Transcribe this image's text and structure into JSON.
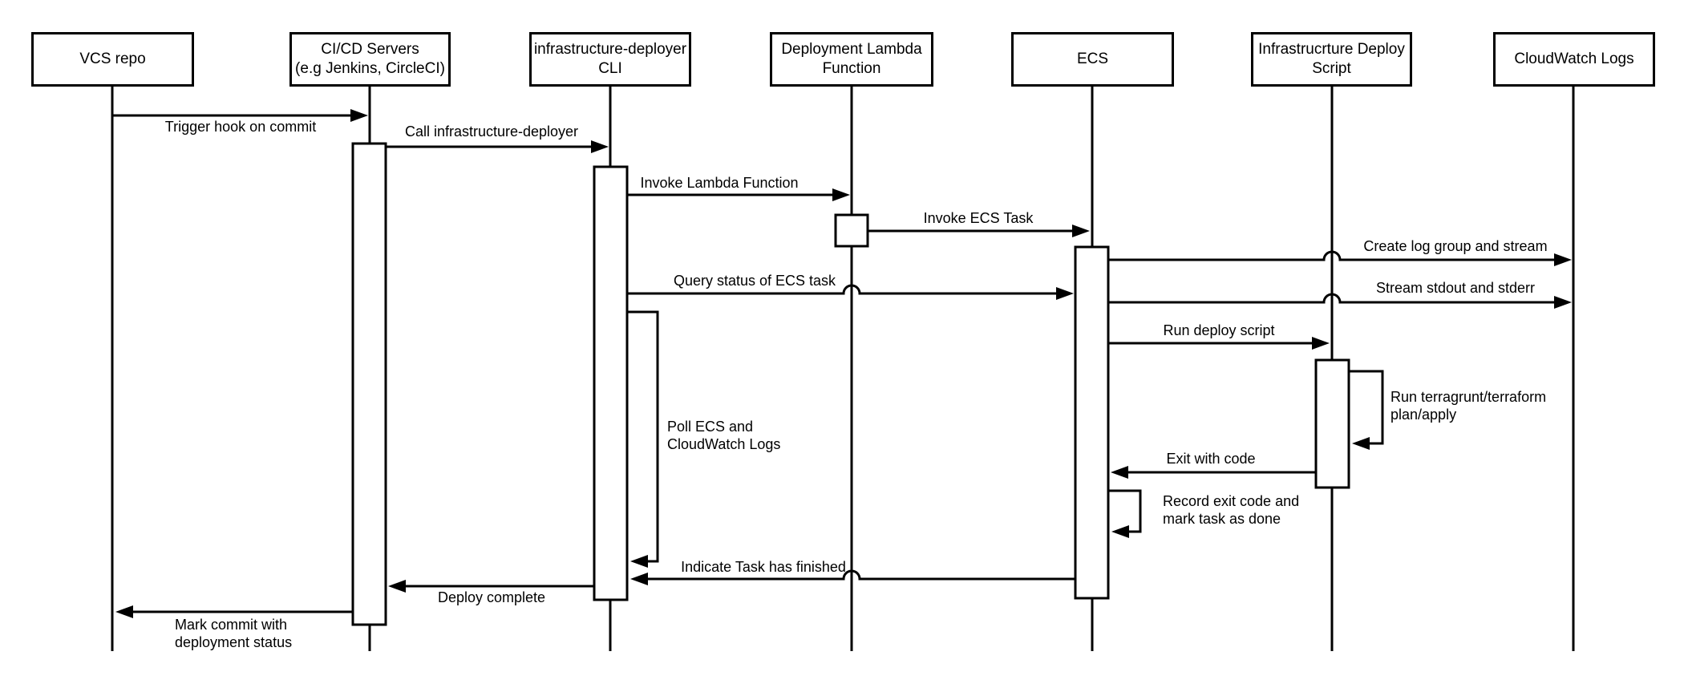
{
  "diagram": {
    "type": "sequence-diagram",
    "actors": [
      {
        "id": "vcs-repo",
        "lines": [
          "VCS repo"
        ]
      },
      {
        "id": "cicd-servers",
        "lines": [
          "CI/CD Servers",
          "(e.g Jenkins, CircleCI)"
        ]
      },
      {
        "id": "infrastructure-deployer-cli",
        "lines": [
          "infrastructure-deployer",
          "CLI"
        ]
      },
      {
        "id": "deployment-lambda-function",
        "lines": [
          "Deployment Lambda",
          "Function"
        ]
      },
      {
        "id": "ecs",
        "lines": [
          "ECS"
        ]
      },
      {
        "id": "infrastructure-deploy-script",
        "lines": [
          "Infrastrucrture Deploy",
          "Script"
        ]
      },
      {
        "id": "cloudwatch-logs",
        "lines": [
          "CloudWatch Logs"
        ]
      }
    ],
    "messages": [
      {
        "label": "Trigger hook on commit",
        "from": "VCS repo",
        "to": "CI/CD Servers"
      },
      {
        "label": "Call infrastructure-deployer",
        "from": "CI/CD Servers",
        "to": "infrastructure-deployer CLI"
      },
      {
        "label": "Invoke Lambda Function",
        "from": "infrastructure-deployer CLI",
        "to": "Deployment Lambda Function"
      },
      {
        "label": "Invoke ECS Task",
        "from": "Deployment Lambda Function",
        "to": "ECS"
      },
      {
        "label": "Create log group and stream",
        "from": "ECS",
        "to": "CloudWatch Logs"
      },
      {
        "label": "Query status of ECS task",
        "from": "infrastructure-deployer CLI",
        "to": "ECS"
      },
      {
        "label": "Stream stdout and stderr",
        "from": "ECS",
        "to": "CloudWatch Logs"
      },
      {
        "label": "Run deploy script",
        "from": "ECS",
        "to": "Infrastrucrture Deploy Script"
      },
      {
        "lines": [
          "Run terragrunt/terraform",
          "plan/apply"
        ],
        "from": "Infrastrucrture Deploy Script",
        "to": "Infrastrucrture Deploy Script",
        "self": true
      },
      {
        "label": "Exit with code",
        "from": "Infrastrucrture Deploy Script",
        "to": "ECS"
      },
      {
        "lines": [
          "Record exit code and",
          "mark task as done"
        ],
        "from": "ECS",
        "to": "ECS",
        "self": true
      },
      {
        "lines": [
          "Poll ECS and",
          "CloudWatch Logs"
        ],
        "from": "infrastructure-deployer CLI",
        "to": "infrastructure-deployer CLI",
        "self": true
      },
      {
        "label": "Indicate Task has finished",
        "from": "ECS",
        "to": "infrastructure-deployer CLI"
      },
      {
        "label": "Deploy complete",
        "from": "infrastructure-deployer CLI",
        "to": "CI/CD Servers"
      },
      {
        "lines": [
          "Mark commit with",
          "deployment status"
        ],
        "from": "CI/CD Servers",
        "to": "VCS repo"
      }
    ]
  },
  "colors": {
    "ink": "#000000",
    "paper": "#ffffff"
  }
}
